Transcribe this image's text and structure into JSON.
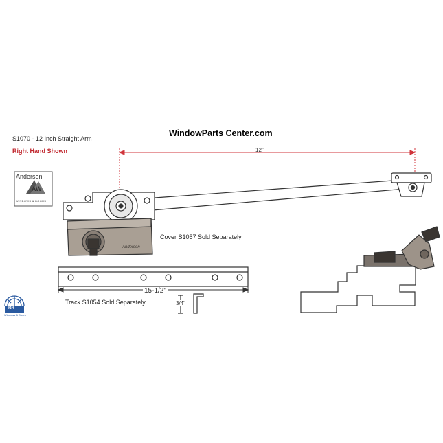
{
  "header": {
    "part_title": "S1070 - 12 Inch Straight Arm",
    "orientation_note": "Right Hand Shown",
    "website": "WindowParts Center.com"
  },
  "brand_logo": {
    "name": "Andersen",
    "mark": "AW",
    "tagline": "WINDOWS & DOORS"
  },
  "dimensions": {
    "arm_length": "12\"",
    "track_length": "15-1/2\"",
    "bracket_height": "3/4\""
  },
  "notes": {
    "cover": "Cover S1057 Sold Separately",
    "track": "Track S1054 Sold Separately"
  },
  "operator_engraving": "Andersen",
  "corner_logo": {
    "initials": "RR",
    "tagline": "Windows & Doors"
  },
  "colors": {
    "highlight_red": "#c0262d",
    "line": "#333333",
    "logo_blue": "#2a5aa0"
  }
}
